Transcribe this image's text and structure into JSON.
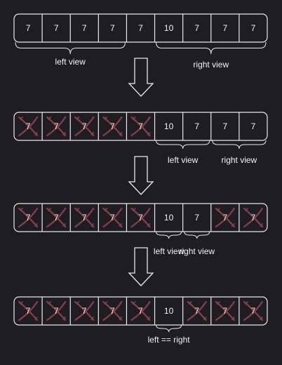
{
  "colors": {
    "background": "#1e1d22",
    "stroke": "#e8e8e8",
    "text": "#f2f2f2",
    "cross": "#8a3e46"
  },
  "rows": [
    {
      "cells": [
        "7",
        "7",
        "7",
        "7",
        "7",
        "10",
        "7",
        "7",
        "7"
      ],
      "crossed": [
        false,
        false,
        false,
        false,
        false,
        false,
        false,
        false,
        false
      ],
      "braces": [
        {
          "label": "left view",
          "from": 0,
          "to": 3
        },
        {
          "label": "right view",
          "from": 5,
          "to": 8
        }
      ]
    },
    {
      "cells": [
        "7",
        "7",
        "7",
        "7",
        "7",
        "10",
        "7",
        "7",
        "7"
      ],
      "crossed": [
        true,
        true,
        true,
        true,
        true,
        false,
        false,
        false,
        false
      ],
      "braces": [
        {
          "label": "left view",
          "from": 5,
          "to": 6
        },
        {
          "label": "right view",
          "from": 7,
          "to": 8
        }
      ]
    },
    {
      "cells": [
        "7",
        "7",
        "7",
        "7",
        "7",
        "10",
        "7",
        "7",
        "7"
      ],
      "crossed": [
        true,
        true,
        true,
        true,
        true,
        false,
        false,
        true,
        true
      ],
      "braces": [
        {
          "label": "left view",
          "from": 5,
          "to": 5
        },
        {
          "label": "right view",
          "from": 6,
          "to": 6
        }
      ]
    },
    {
      "cells": [
        "7",
        "7",
        "7",
        "7",
        "7",
        "10",
        "7",
        "7",
        "7"
      ],
      "crossed": [
        true,
        true,
        true,
        true,
        true,
        false,
        true,
        true,
        true
      ],
      "braces": [
        {
          "label": "left == right",
          "from": 5,
          "to": 5
        }
      ]
    }
  ]
}
